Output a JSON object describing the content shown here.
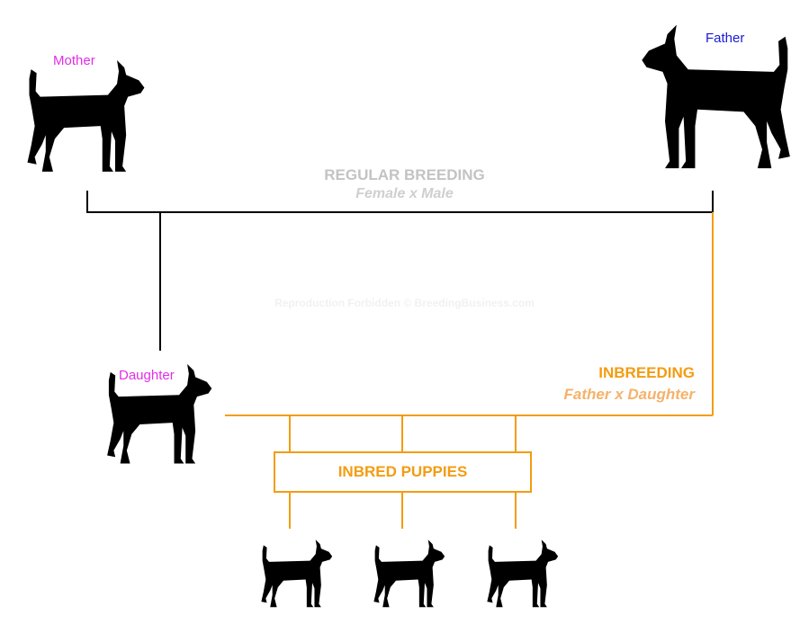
{
  "labels": {
    "mother": "Mother",
    "father": "Father",
    "daughter": "Daughter",
    "regular_title": "REGULAR BREEDING",
    "regular_subtitle": "Female x Male",
    "watermark": "Reproduction Forbidden © BreedingBusiness.com",
    "inbreeding_title": "INBREEDING",
    "inbreeding_subtitle": "Father x Daughter",
    "puppies_box": "INBRED PUPPIES"
  },
  "colors": {
    "dog": "#000000",
    "regular_line": "#000000",
    "inbreeding_line": "#f39c12",
    "mother_label": "#e22ee6",
    "father_label": "#1a1ad6",
    "daughter_label": "#e22ee6",
    "regular_text": "#c3c3c3",
    "inbreeding_text": "#f39c12"
  },
  "icons": {
    "mother": "dog-silhouette-icon",
    "father": "dog-silhouette-icon",
    "daughter": "dog-silhouette-icon",
    "puppy": "dog-silhouette-icon"
  }
}
